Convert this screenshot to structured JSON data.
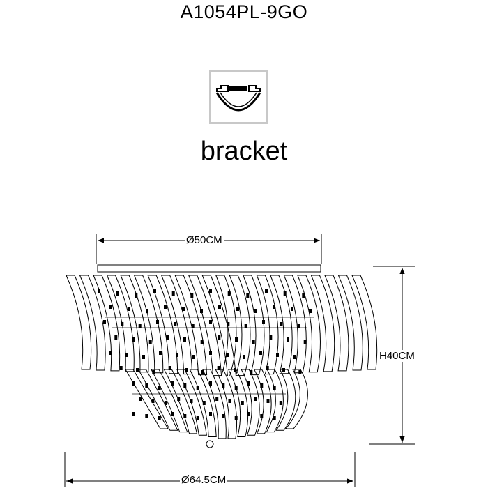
{
  "header": {
    "model": "A1054PL-9GO"
  },
  "bracket": {
    "label": "bracket",
    "icon": "bracket-profile-icon"
  },
  "dimensions": {
    "top_diameter": "Ø50CM",
    "height": "H40CM",
    "bottom_diameter": "Ø64.5CM"
  },
  "colors": {
    "line": "#000000",
    "bracket_frame": "#c8c8c8"
  }
}
